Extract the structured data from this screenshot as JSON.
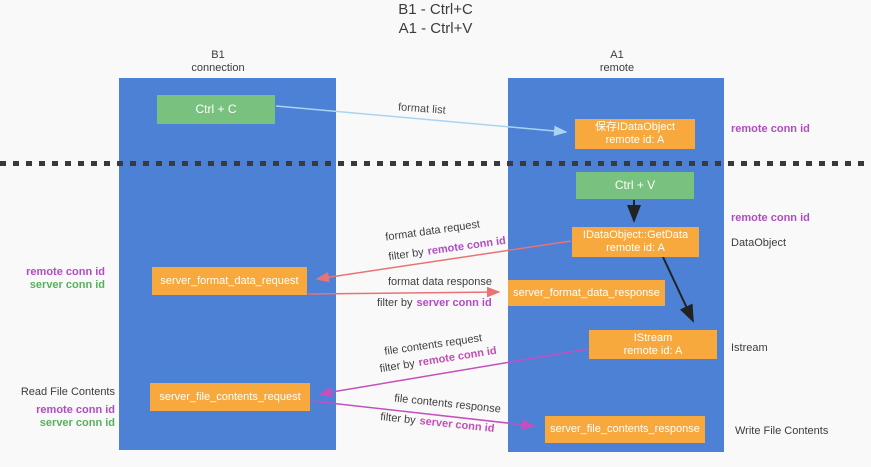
{
  "title": {
    "line1": "B1 - Ctrl+C",
    "line2": "A1 - Ctrl+V"
  },
  "columns": {
    "b1": {
      "name": "B1",
      "role": "connection"
    },
    "a1": {
      "name": "A1",
      "role": "remote"
    }
  },
  "boxes": {
    "ctrl_c": "Ctrl + C",
    "ctrl_v": "Ctrl + V",
    "save_idataobject_line1": "保存IDataObject",
    "save_idataobject_line2": "remote id: A",
    "getdata_line1": "IDataObject::GetData",
    "getdata_line2": "remote id: A",
    "istream_line1": "IStream",
    "istream_line2": "remote id: A",
    "server_format_data_request": "server_format_data_request",
    "server_format_data_response": "server_format_data_response",
    "server_file_contents_request": "server_file_contents_request",
    "server_file_contents_response": "server_file_contents_response"
  },
  "labels": {
    "remote_conn_id": "remote conn id",
    "server_conn_id": "server conn id",
    "dataobject": "DataObject",
    "istream": "Istream",
    "read_file_contents": "Read File Contents",
    "write_file_contents": "Write File Contents"
  },
  "arrows": {
    "format_list": "format list",
    "format_data_request": "format data request",
    "format_data_response": "format data response",
    "file_contents_request": "file contents request",
    "file_contents_response": "file contents response",
    "filter_by": "filter by"
  },
  "colors": {
    "column_blue": "#4c81d6",
    "box_orange": "#f8a93d",
    "box_green": "#79c17e",
    "arrow_lightblue": "#a9d5f0",
    "arrow_red": "#e97373",
    "arrow_magenta": "#c450be",
    "text_purple": "#b14cc4",
    "text_green": "#58b05c"
  }
}
